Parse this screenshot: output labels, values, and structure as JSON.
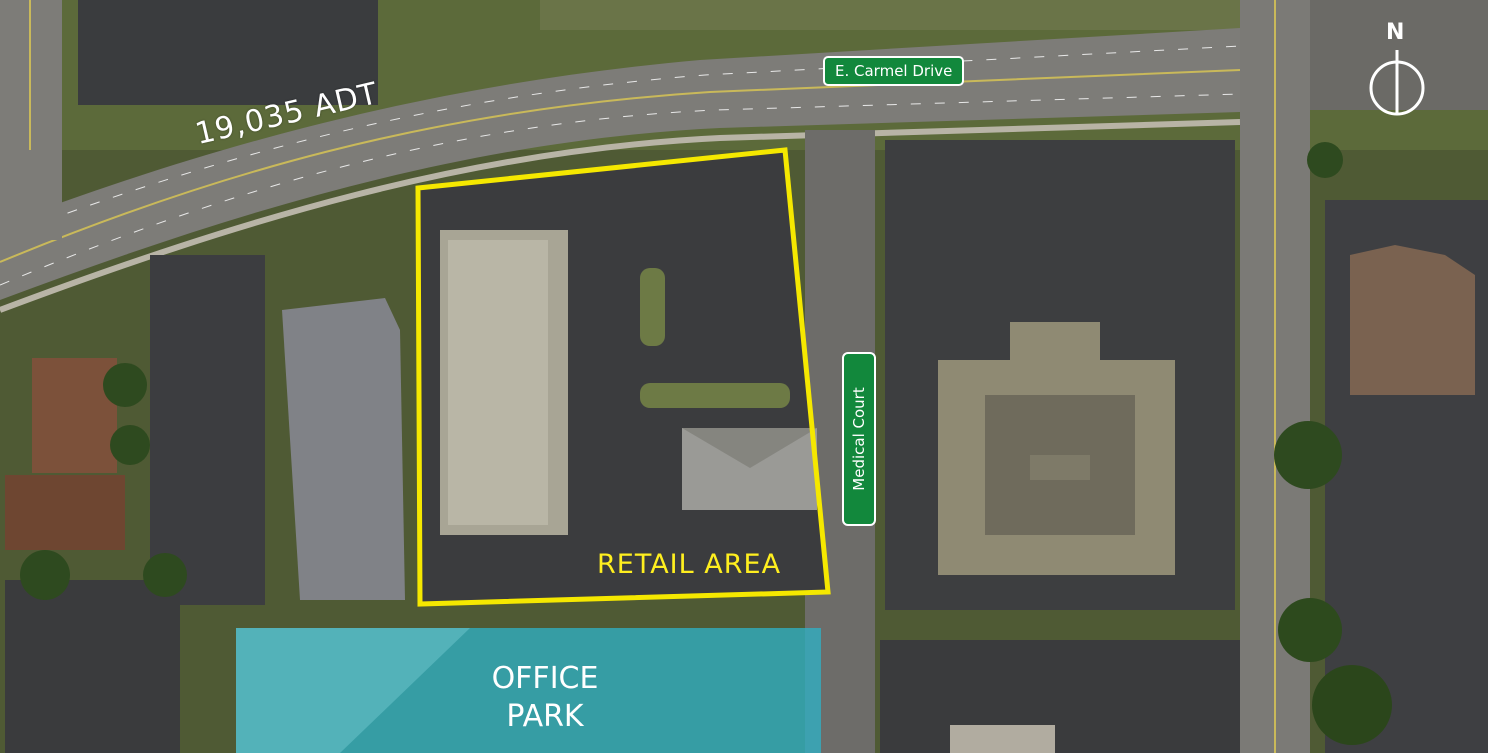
{
  "map": {
    "traffic_label": "19,035 ADT",
    "street_labels": {
      "main_road": "E. Carmel Drive",
      "side_road": "Medical Court"
    },
    "area_labels": {
      "retail": "RETAIL AREA",
      "office_line1": "OFFICE",
      "office_line2": "PARK"
    },
    "north_arrow": {
      "label": "N",
      "icon": "north-arrow-icon"
    },
    "colors": {
      "retail_outline": "#f5e800",
      "office_overlay": "#2fb0c4",
      "street_sign": "#12883c"
    }
  }
}
